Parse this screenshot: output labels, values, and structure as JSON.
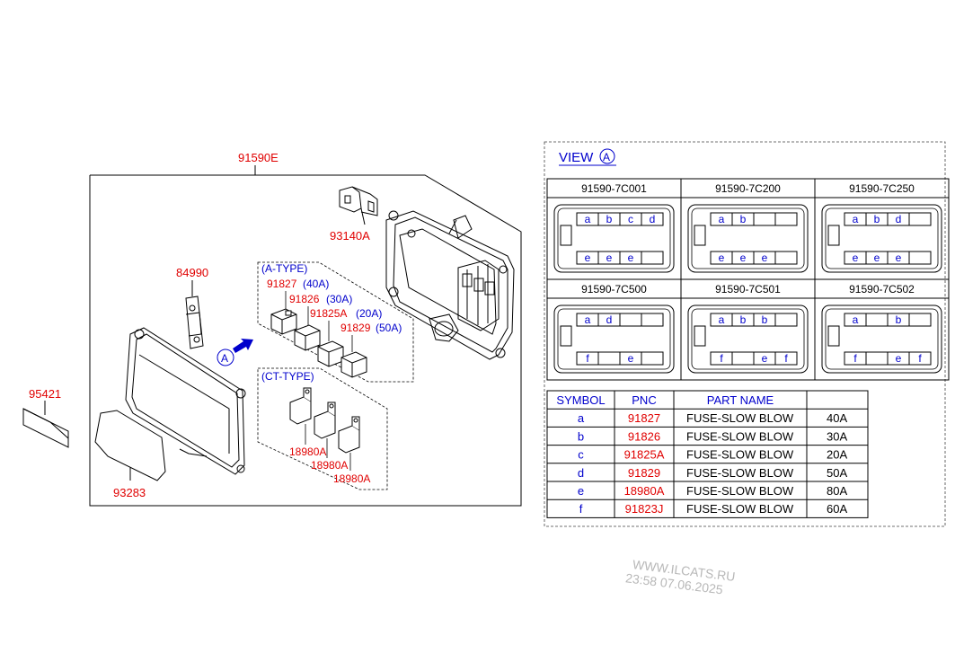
{
  "diagram": {
    "assembly_label": "91590E",
    "parts": {
      "p93140A": "93140A",
      "p84990": "84990",
      "p95421": "95421",
      "p93283": "93283"
    },
    "a_type": {
      "title": "(A-TYPE)",
      "fuses": [
        {
          "pnc": "91827",
          "rating": "(40A)"
        },
        {
          "pnc": "91826",
          "rating": "(30A)"
        },
        {
          "pnc": "91825A",
          "rating": "(20A)"
        },
        {
          "pnc": "91829",
          "rating": "(50A)"
        }
      ]
    },
    "ct_type": {
      "title": "(CT-TYPE)",
      "fuses": [
        "18980A",
        "18980A",
        "18980A"
      ]
    },
    "view_marker": "A"
  },
  "view_panel": {
    "title": "VIEW",
    "marker": "A",
    "variants": [
      {
        "code": "91590-7C001",
        "top": [
          "a",
          "b",
          "c",
          "d"
        ],
        "bottom": [
          "e",
          "e",
          "e",
          ""
        ]
      },
      {
        "code": "91590-7C200",
        "top": [
          "a",
          "b",
          "",
          ""
        ],
        "bottom": [
          "e",
          "e",
          "e",
          ""
        ]
      },
      {
        "code": "91590-7C250",
        "top": [
          "a",
          "b",
          "d",
          ""
        ],
        "bottom": [
          "e",
          "e",
          "e",
          ""
        ]
      },
      {
        "code": "91590-7C500",
        "top": [
          "a",
          "d",
          "",
          ""
        ],
        "bottom": [
          "f",
          "",
          "e",
          ""
        ]
      },
      {
        "code": "91590-7C501",
        "top": [
          "a",
          "b",
          "b",
          ""
        ],
        "bottom": [
          "f",
          "",
          "e",
          "f"
        ]
      },
      {
        "code": "91590-7C502",
        "top": [
          "a",
          "",
          "b",
          ""
        ],
        "bottom": [
          "f",
          "",
          "e",
          "f"
        ]
      }
    ]
  },
  "legend_table": {
    "headers": [
      "SYMBOL",
      "PNC",
      "PART NAME",
      ""
    ],
    "rows": [
      [
        "a",
        "91827",
        "FUSE-SLOW BLOW",
        "40A"
      ],
      [
        "b",
        "91826",
        "FUSE-SLOW BLOW",
        "30A"
      ],
      [
        "c",
        "91825A",
        "FUSE-SLOW BLOW",
        "20A"
      ],
      [
        "d",
        "91829",
        "FUSE-SLOW BLOW",
        "50A"
      ],
      [
        "e",
        "18980A",
        "FUSE-SLOW BLOW",
        "80A"
      ],
      [
        "f",
        "91823J",
        "FUSE-SLOW BLOW",
        "60A"
      ]
    ]
  },
  "watermark": {
    "line1": "WWW.ILCATS.RU",
    "line2": "23:58 07.06.2025"
  },
  "colors": {
    "pnc_red": "#e00000",
    "label_blue": "#0000cc",
    "line": "#000000",
    "watermark": "#b8b8b8"
  }
}
